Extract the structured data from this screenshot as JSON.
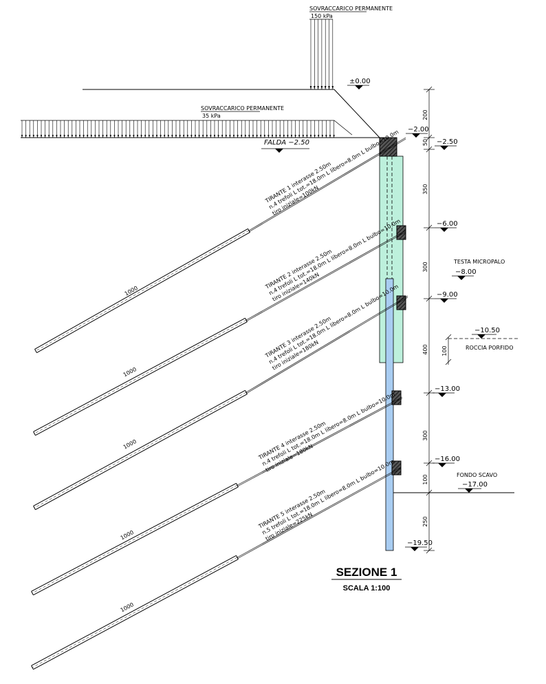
{
  "loads": {
    "top_title": "SOVRACCARICO PERMANENTE",
    "top_value": "150 kPa",
    "left_title": "SOVRACCARICO PERMANENTE",
    "left_value": "35 kPa"
  },
  "falda": "FALDA  −2.50",
  "levels": [
    {
      "label": "±0.00"
    },
    {
      "label": "−2.00"
    },
    {
      "label": "−2.50"
    },
    {
      "label": "−6.00"
    },
    {
      "label": "−9.00"
    },
    {
      "label": "−13.00"
    },
    {
      "label": "−16.00"
    },
    {
      "label": "−19.50"
    }
  ],
  "dimensions": [
    "200",
    "50",
    "350",
    "300",
    "400",
    "300",
    "100",
    "250"
  ],
  "rock_dim": "100",
  "annotations": {
    "micropalo_label": "TESTA MICROPALO",
    "micropalo_level": "−8.00",
    "rock_level": "−10.50",
    "rock_label": "ROCCIA PORFIDO",
    "fondo_label": "FONDO SCAVO",
    "fondo_level": "−17.00"
  },
  "tiebacks": [
    {
      "lines": [
        "TIRANTE 1 interasse 2.50m",
        "n.4 trefoli L tot.=18.0m L libero=8.0m L bulbo=10.0m",
        "tiro iniziale=100kN"
      ],
      "bulb": "1000"
    },
    {
      "lines": [
        "TIRANTE 2 interasse 2.50m",
        "n.4 trefoli L tot.=18.0m L libero=8.0m L bulbo=10.0m",
        "tiro iniziale=140kN"
      ],
      "bulb": "1000"
    },
    {
      "lines": [
        "TIRANTE 3 interasse 2.50m",
        "n.4 trefoli L tot.=18.0m L libero=8.0m L bulbo=10.0m",
        "tiro iniziale=180kN"
      ],
      "bulb": "1000"
    },
    {
      "lines": [
        "TIRANTE 4 interasse 2.50m",
        "n.4 trefoli L tot.=18.0m L libero=8.0m L bulbo=10.0m",
        "tiro iniziale=180kN"
      ],
      "bulb": "1000"
    },
    {
      "lines": [
        "TIRANTE 5 interasse 2.50m",
        "n.5 trefoli L tot.=18.0m L libero=8.0m L bulbo=10.0m",
        "tiro iniziale=225kN"
      ],
      "bulb": "1000"
    }
  ],
  "title": "SEZIONE 1",
  "scale": "SCALA 1:100",
  "colors": {
    "wall_green": "#bdf0dc",
    "micropile_blue": "#a9cdf2",
    "cap_black": "#333333",
    "line": "#000000"
  }
}
